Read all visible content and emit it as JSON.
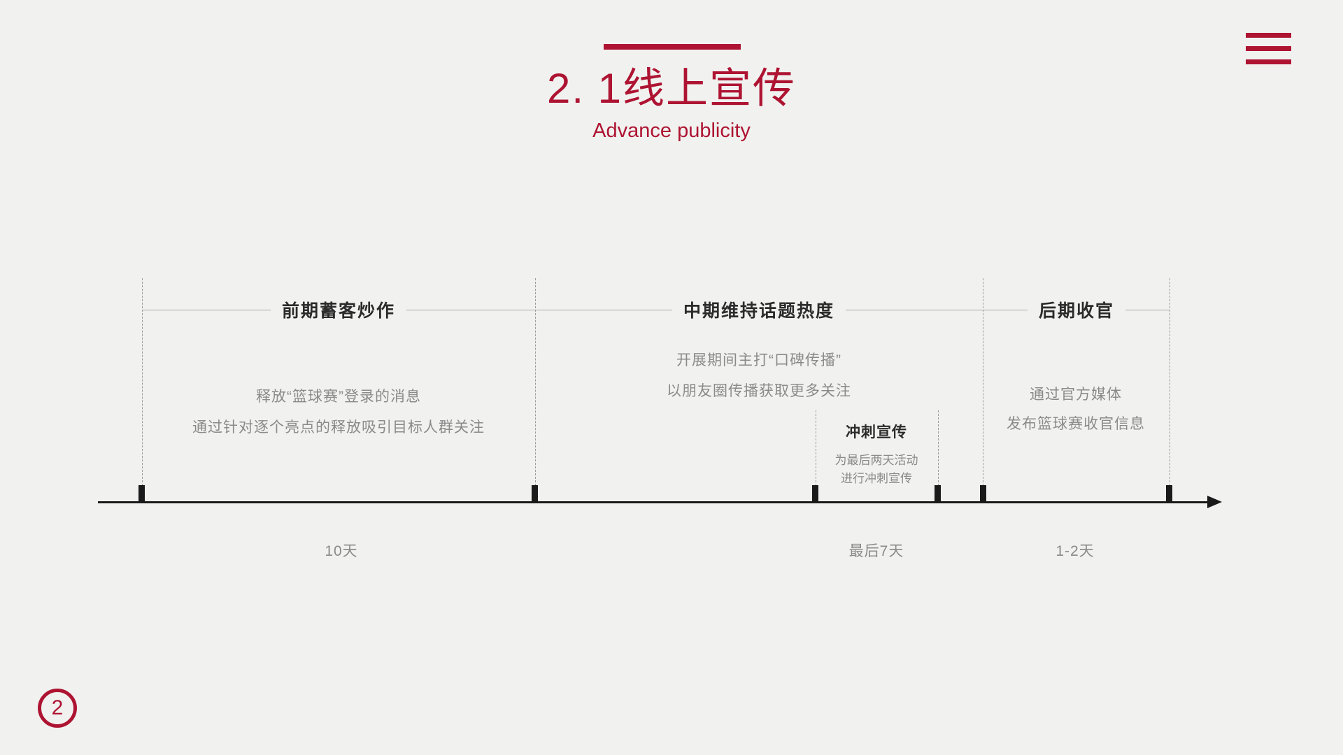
{
  "page": {
    "title": "2. 1线上宣传",
    "subtitle": "Advance publicity",
    "page_number": "2",
    "accent_color": "#AE1432",
    "background_color": "#F1F2F0",
    "menu_icon": "hamburger-icon"
  },
  "timeline": {
    "type": "horizontal-arrow-timeline",
    "phases": [
      {
        "title": "前期蓄客炒作",
        "lines": [
          "释放“篮球赛”登录的消息",
          "通过针对逐个亮点的释放吸引目标人群关注"
        ],
        "duration": "10天"
      },
      {
        "title": "中期维持话题热度",
        "lines": [
          "开展期间主打“口碑传播”",
          "以朋友圈传播获取更多关注"
        ],
        "sub_phase": {
          "title": "冲刺宣传",
          "lines": [
            "为最后两天活动",
            "进行冲刺宣传"
          ],
          "duration": "最后7天"
        }
      },
      {
        "title": "后期收官",
        "lines": [
          "通过官方媒体",
          "发布篮球赛收官信息"
        ],
        "duration": "1-2天"
      }
    ]
  }
}
